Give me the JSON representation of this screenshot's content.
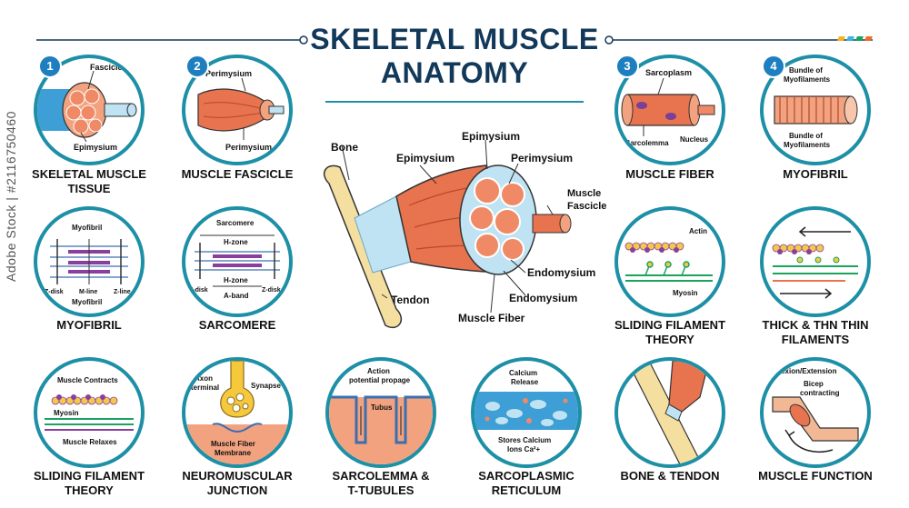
{
  "header": {
    "title_line1": "SKELETAL MUSCLE",
    "title_line2": "ANATOMY",
    "accent_colors": [
      "#f6b221",
      "#3fb1e3",
      "#1aa35d",
      "#f06b2a"
    ]
  },
  "colors": {
    "ring": "#1d8fa6",
    "badge": "#1d7fbf",
    "title": "#12385a",
    "muscle": "#e8734f",
    "bone": "#f5dfa0",
    "tendon": "#bfe3f2"
  },
  "panels": {
    "skeletal_tissue": {
      "number": "1",
      "label1": "SKELETAL MUSCLE",
      "label2": "TISSUE",
      "callout_fascicle": "Fascicle",
      "callout_epimysium": "Epimysium"
    },
    "muscle_fascicle": {
      "number": "2",
      "label1": "MUSCLE FASCICLE",
      "callout_perimysium_top": "Perimysium",
      "callout_perimysium_bottom": "Perimysium"
    },
    "muscle_fiber": {
      "number": "3",
      "label1": "MUSCLE FIBER",
      "callout_sarcoplasm": "Sarcoplasm",
      "callout_sarcolemma": "Sarcolemma",
      "callout_nucleus": "Nucleus"
    },
    "myofibril_top": {
      "number": "4",
      "label1": "MYOFIBRIL",
      "callout_top1": "Bundle of",
      "callout_top2": "Myofilaments",
      "callout_bot1": "Bundle of",
      "callout_bot2": "Myofilaments"
    },
    "myofibril": {
      "label1": "MYOFIBRIL",
      "callout_myofibril_top": "Myofibril",
      "callout_zdisk": "Z-disk",
      "callout_mline": "M-line",
      "callout_zline": "Z-line",
      "callout_myofibril_bottom": "Myofibril"
    },
    "sarcomere": {
      "label1": "SARCOMERE",
      "callout_sarcomere": "Sarcomere",
      "callout_hzone_top": "H-zone",
      "callout_hzone_bottom": "H-zone",
      "callout_zdisk_left": "Z-disk",
      "callout_zdisk_right": "Z-disk",
      "callout_aband": "A-band"
    },
    "sliding_theory": {
      "label1": "SLIDING FILAMENT",
      "label2": "THEORY",
      "callout_actin": "Actin",
      "callout_myosin": "Myosin"
    },
    "thick_thin": {
      "label1": "THICK & THN THIN",
      "label2": "FILAMENTS"
    },
    "sliding_theory2": {
      "label1": "SLIDING FILAMENT",
      "label2": "THEORY",
      "callout_contracts": "Muscle Contracts",
      "callout_myosin": "Myosin",
      "callout_relaxes": "Muscle Relaxes"
    },
    "nmj": {
      "label1": "NEUROMUSCULAR",
      "label2": "JUNCTION",
      "callout_axon1": "Axon",
      "callout_axon2": "terminal",
      "callout_synapse": "Synapse",
      "callout_membrane1": "Muscle Fiber",
      "callout_membrane2": "Membrane"
    },
    "ttubules": {
      "label1": "SARCOLEMMA &",
      "label2": "T-TUBULES",
      "callout_action1": "Action",
      "callout_action2": "potential propage",
      "callout_tubus": "Tubus"
    },
    "reticulum": {
      "label1": "SARCOPLASMIC",
      "label2": "RETICULUM",
      "callout_release1": "Calcium",
      "callout_release2": "Release",
      "callout_stores1": "Stores Calcium",
      "callout_stores2": "Ions Ca²+"
    },
    "bone_tendon": {
      "label1": "BONE & TENDON"
    },
    "function": {
      "label1": "MUSCLE FUNCTION",
      "callout_flexion": "Flexion/Extension",
      "callout_bicep1": "Bicep",
      "callout_bicep2": "contracting"
    }
  },
  "center": {
    "bone": "Bone",
    "epimysium_left": "Epimysium",
    "epimysium_top": "Epimysium",
    "perimysium": "Perimysium",
    "muscle_fascicle1": "Muscle",
    "muscle_fascicle2": "Fascicle",
    "endomysium_right": "Endomysium",
    "endomysium_bottom": "Endomysium",
    "tendon": "Tendon",
    "muscle_fiber": "Muscle Fiber"
  },
  "watermark": "Adobe Stock | #2116750460"
}
